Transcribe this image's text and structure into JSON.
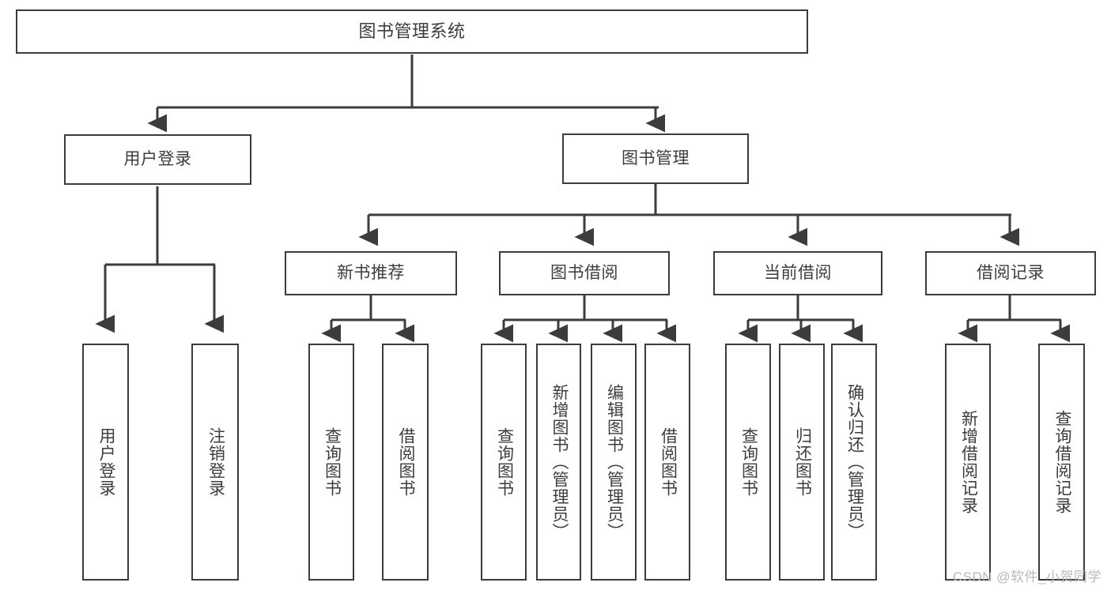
{
  "diagram": {
    "type": "tree-hierarchy",
    "title": "图书管理系统",
    "watermark": "CSDN @软件_小贺同学",
    "colors": {
      "box_border": "#3c3c3c",
      "box_fill": "#ffffff",
      "text": "#3d3d3d",
      "edge": "#3c3c3c",
      "watermark": "#b9b9b9",
      "background": "#ffffff"
    },
    "nodes": {
      "root": {
        "label": "图书管理系统"
      },
      "level2": [
        {
          "id": "user-login",
          "label": "用户登录"
        },
        {
          "id": "book-manage",
          "label": "图书管理"
        }
      ],
      "level3": [
        {
          "id": "new-book-rec",
          "label": "新书推荐"
        },
        {
          "id": "book-borrow",
          "label": "图书借阅"
        },
        {
          "id": "current-borrow",
          "label": "当前借阅"
        },
        {
          "id": "borrow-record",
          "label": "借阅记录"
        }
      ],
      "leaves": {
        "user-login": [
          {
            "id": "leaf-user-login",
            "label": "用户登录"
          },
          {
            "id": "leaf-logout",
            "label": "注销登录"
          }
        ],
        "new-book-rec": [
          {
            "id": "leaf-query-book-1",
            "label": "查询图书"
          },
          {
            "id": "leaf-borrow-book-1",
            "label": "借阅图书"
          }
        ],
        "book-borrow": [
          {
            "id": "leaf-query-book-2",
            "label": "查询图书"
          },
          {
            "id": "leaf-add-book",
            "label": "新增图书（管理员）"
          },
          {
            "id": "leaf-edit-book",
            "label": "编辑图书（管理员）"
          },
          {
            "id": "leaf-borrow-book-2",
            "label": "借阅图书"
          }
        ],
        "current-borrow": [
          {
            "id": "leaf-query-book-3",
            "label": "查询图书"
          },
          {
            "id": "leaf-return-book",
            "label": "归还图书"
          },
          {
            "id": "leaf-confirm-return",
            "label": "确认归还（管理员）"
          }
        ],
        "borrow-record": [
          {
            "id": "leaf-add-record",
            "label": "新增借阅记录"
          },
          {
            "id": "leaf-query-record",
            "label": "查询借阅记录"
          }
        ]
      }
    },
    "edges": [
      {
        "from": "root",
        "to": "user-login"
      },
      {
        "from": "root",
        "to": "book-manage"
      },
      {
        "from": "book-manage",
        "to": "new-book-rec"
      },
      {
        "from": "book-manage",
        "to": "book-borrow"
      },
      {
        "from": "book-manage",
        "to": "current-borrow"
      },
      {
        "from": "book-manage",
        "to": "borrow-record"
      },
      {
        "from": "user-login",
        "to": "leaf-user-login"
      },
      {
        "from": "user-login",
        "to": "leaf-logout"
      },
      {
        "from": "new-book-rec",
        "to": "leaf-query-book-1"
      },
      {
        "from": "new-book-rec",
        "to": "leaf-borrow-book-1"
      },
      {
        "from": "book-borrow",
        "to": "leaf-query-book-2"
      },
      {
        "from": "book-borrow",
        "to": "leaf-add-book"
      },
      {
        "from": "book-borrow",
        "to": "leaf-edit-book"
      },
      {
        "from": "book-borrow",
        "to": "leaf-borrow-book-2"
      },
      {
        "from": "current-borrow",
        "to": "leaf-query-book-3"
      },
      {
        "from": "current-borrow",
        "to": "leaf-return-book"
      },
      {
        "from": "current-borrow",
        "to": "leaf-confirm-return"
      },
      {
        "from": "borrow-record",
        "to": "leaf-add-record"
      },
      {
        "from": "borrow-record",
        "to": "leaf-query-record"
      }
    ]
  }
}
